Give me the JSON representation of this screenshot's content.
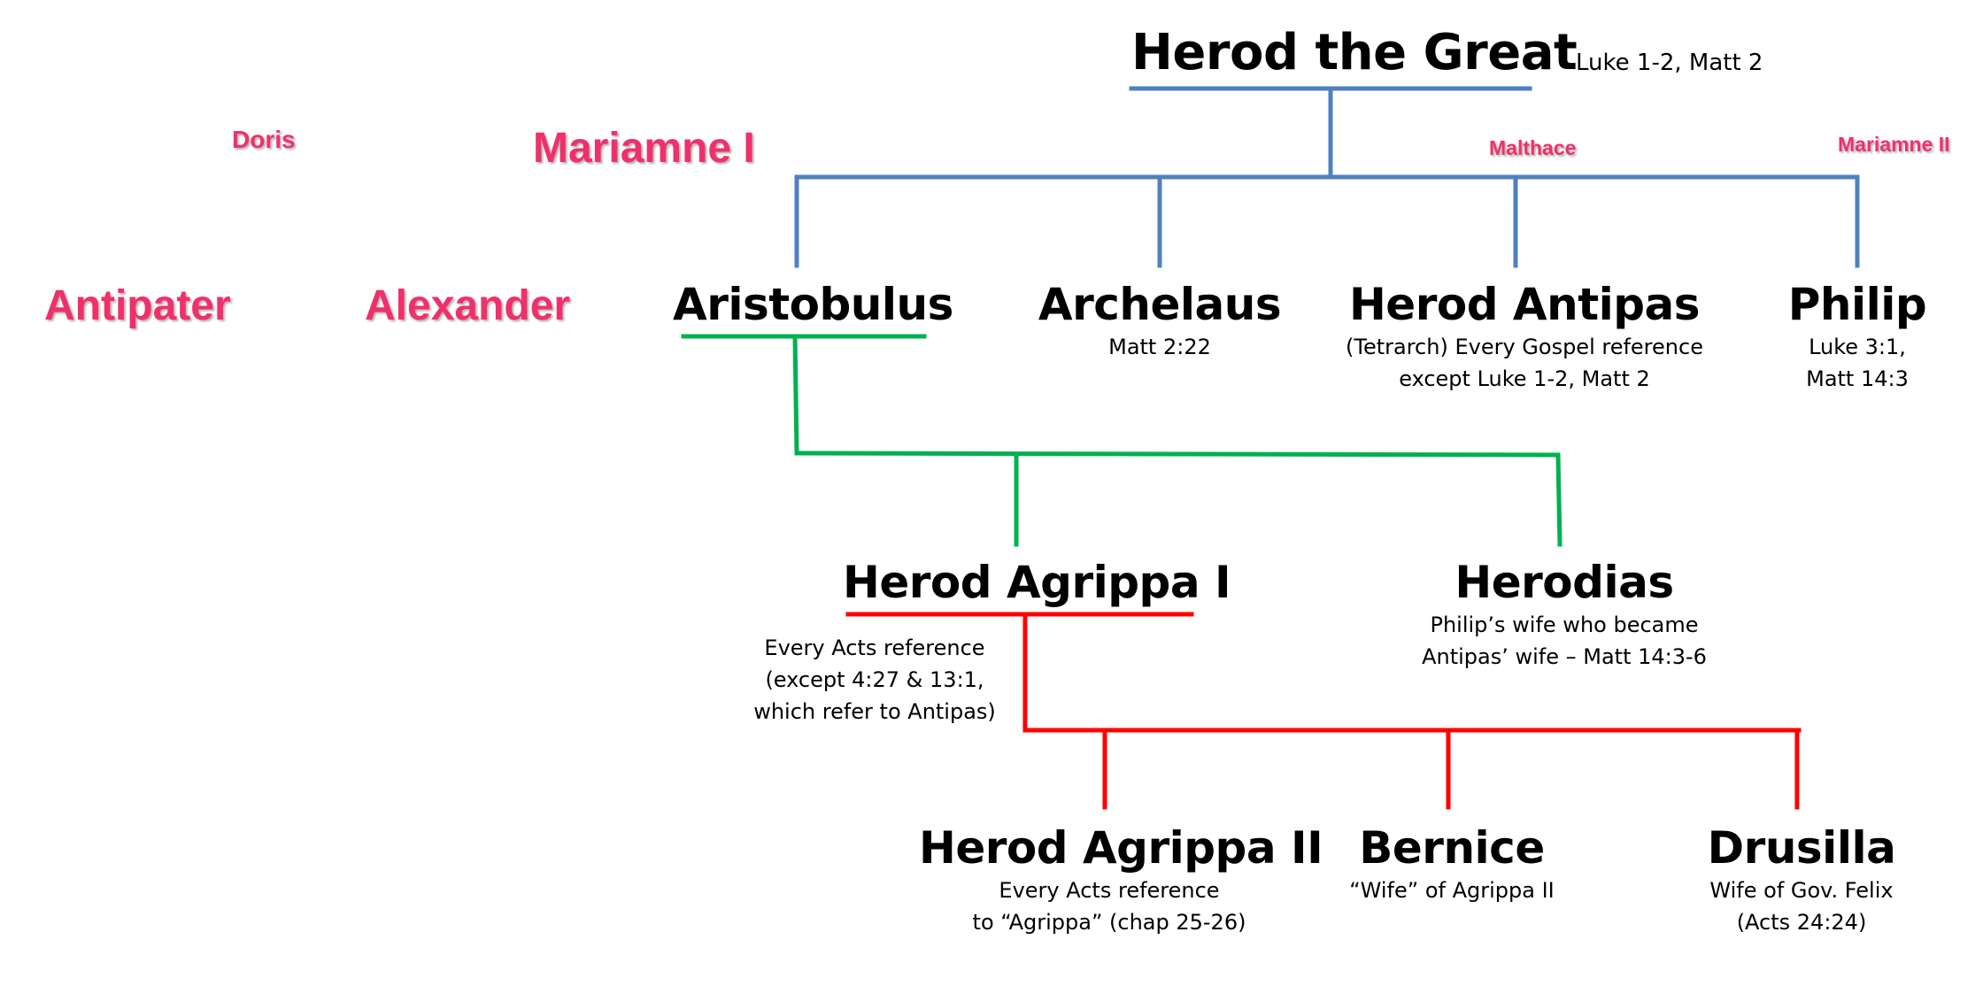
{
  "colors": {
    "blue_line": "#4f81bd",
    "green_line": "#00b050",
    "red_line": "#ff0000",
    "pink_name": "#f0306b"
  },
  "herod_the_great": {
    "name": "Herod the Great",
    "ref": "Luke 1-2, Matt 2"
  },
  "wives": {
    "doris": "Doris",
    "mariamne_1": "Mariamne I",
    "malthace": "Malthace",
    "mariamne_2": "Mariamne II"
  },
  "unlinked_sons": {
    "antipater": "Antipater",
    "alexander": "Alexander"
  },
  "sons": {
    "aristobulus": {
      "name": "Aristobulus"
    },
    "archelaus": {
      "name": "Archelaus",
      "note": "Matt 2:22"
    },
    "herod_antipas": {
      "name": "Herod Antipas",
      "note_line1": "(Tetrarch)  Every Gospel reference",
      "note_line2": "except Luke 1-2, Matt 2"
    },
    "philip": {
      "name": "Philip",
      "note_line1": "Luke 3:1,",
      "note_line2": "Matt 14:3"
    }
  },
  "grandchildren": {
    "herod_agrippa_1": {
      "name": "Herod Agrippa I",
      "note_line1": "Every Acts reference",
      "note_line2": "(except  4:27 & 13:1,",
      "note_line3": "which refer to Antipas)"
    },
    "herodias": {
      "name": "Herodias",
      "note_line1": "Philip’s wife who became",
      "note_line2": "Antipas’ wife – Matt 14:3-6"
    }
  },
  "great_grandchildren": {
    "herod_agrippa_2": {
      "name": "Herod Agrippa II",
      "note_line1": "Every Acts reference",
      "note_line2": "to “Agrippa” (chap 25-26)"
    },
    "bernice": {
      "name": "Bernice",
      "note": "“Wife” of Agrippa II"
    },
    "drusilla": {
      "name": "Drusilla",
      "note_line1": "Wife of Gov. Felix",
      "note_line2": "(Acts 24:24)"
    }
  }
}
